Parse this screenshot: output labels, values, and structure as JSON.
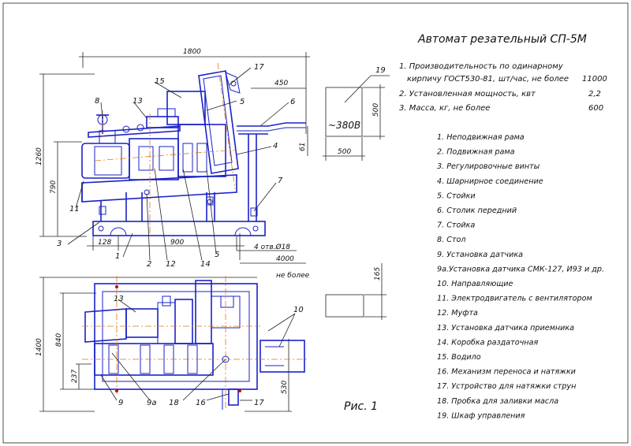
{
  "title": "Автомат резательный СП-5М",
  "figure_caption": "Рис. 1",
  "specs": [
    {
      "label": "1. Производительность по одинарному",
      "label2": "кирпичу ГОСТ530-81,",
      "unit": "шт/час, не более",
      "value": "11000"
    },
    {
      "label": "2. Установленная мощность, квт",
      "value": "2,2"
    },
    {
      "label": "3. Масса, кг, не более",
      "value": "600"
    }
  ],
  "parts": [
    "1. Неподвижная рама",
    "2. Подвижная рама",
    "3. Регулировочные винты",
    "4. Шарнирное соединение",
    "5. Стойки",
    "6. Столик передний",
    "7. Стойка",
    "8. Стол",
    "9. Установка датчика",
    "9а.Установка датчика СМК-127, И93 и др.",
    "10. Направляющие",
    "11. Электродвигатель с вентилятором",
    "12. Муфта",
    "13. Установка датчика приемника",
    "14. Коробка раздаточная",
    "15. Водило",
    "16. Механизм переноса и натяжки",
    "17. Устройство для натяжки струн",
    "18. Пробка для заливки масла",
    "19. Шкаф управления"
  ],
  "cabinet": {
    "label": "~380В",
    "number": "19",
    "width": "500",
    "height": "500",
    "depth": "165"
  },
  "dimensions": {
    "overall_length": "1800",
    "front_overhang": "450",
    "height_total": "1260",
    "height_table": "790",
    "offset_61": "61",
    "dim_128": "128",
    "dim_900": "900",
    "dim_4000": "4000",
    "no_more": "не более",
    "holes": "4 отв.Ø18",
    "width_plan": "1400",
    "width_840": "840",
    "dim_237": "237",
    "dim_530": "530"
  },
  "callouts_side": [
    "17",
    "15",
    "13",
    "8",
    "5",
    "6",
    "4",
    "61",
    "11",
    "7",
    "3",
    "1",
    "2",
    "12",
    "14",
    "5"
  ],
  "callouts_plan": [
    "13",
    "10",
    "9",
    "9а",
    "18",
    "16",
    "17"
  ]
}
